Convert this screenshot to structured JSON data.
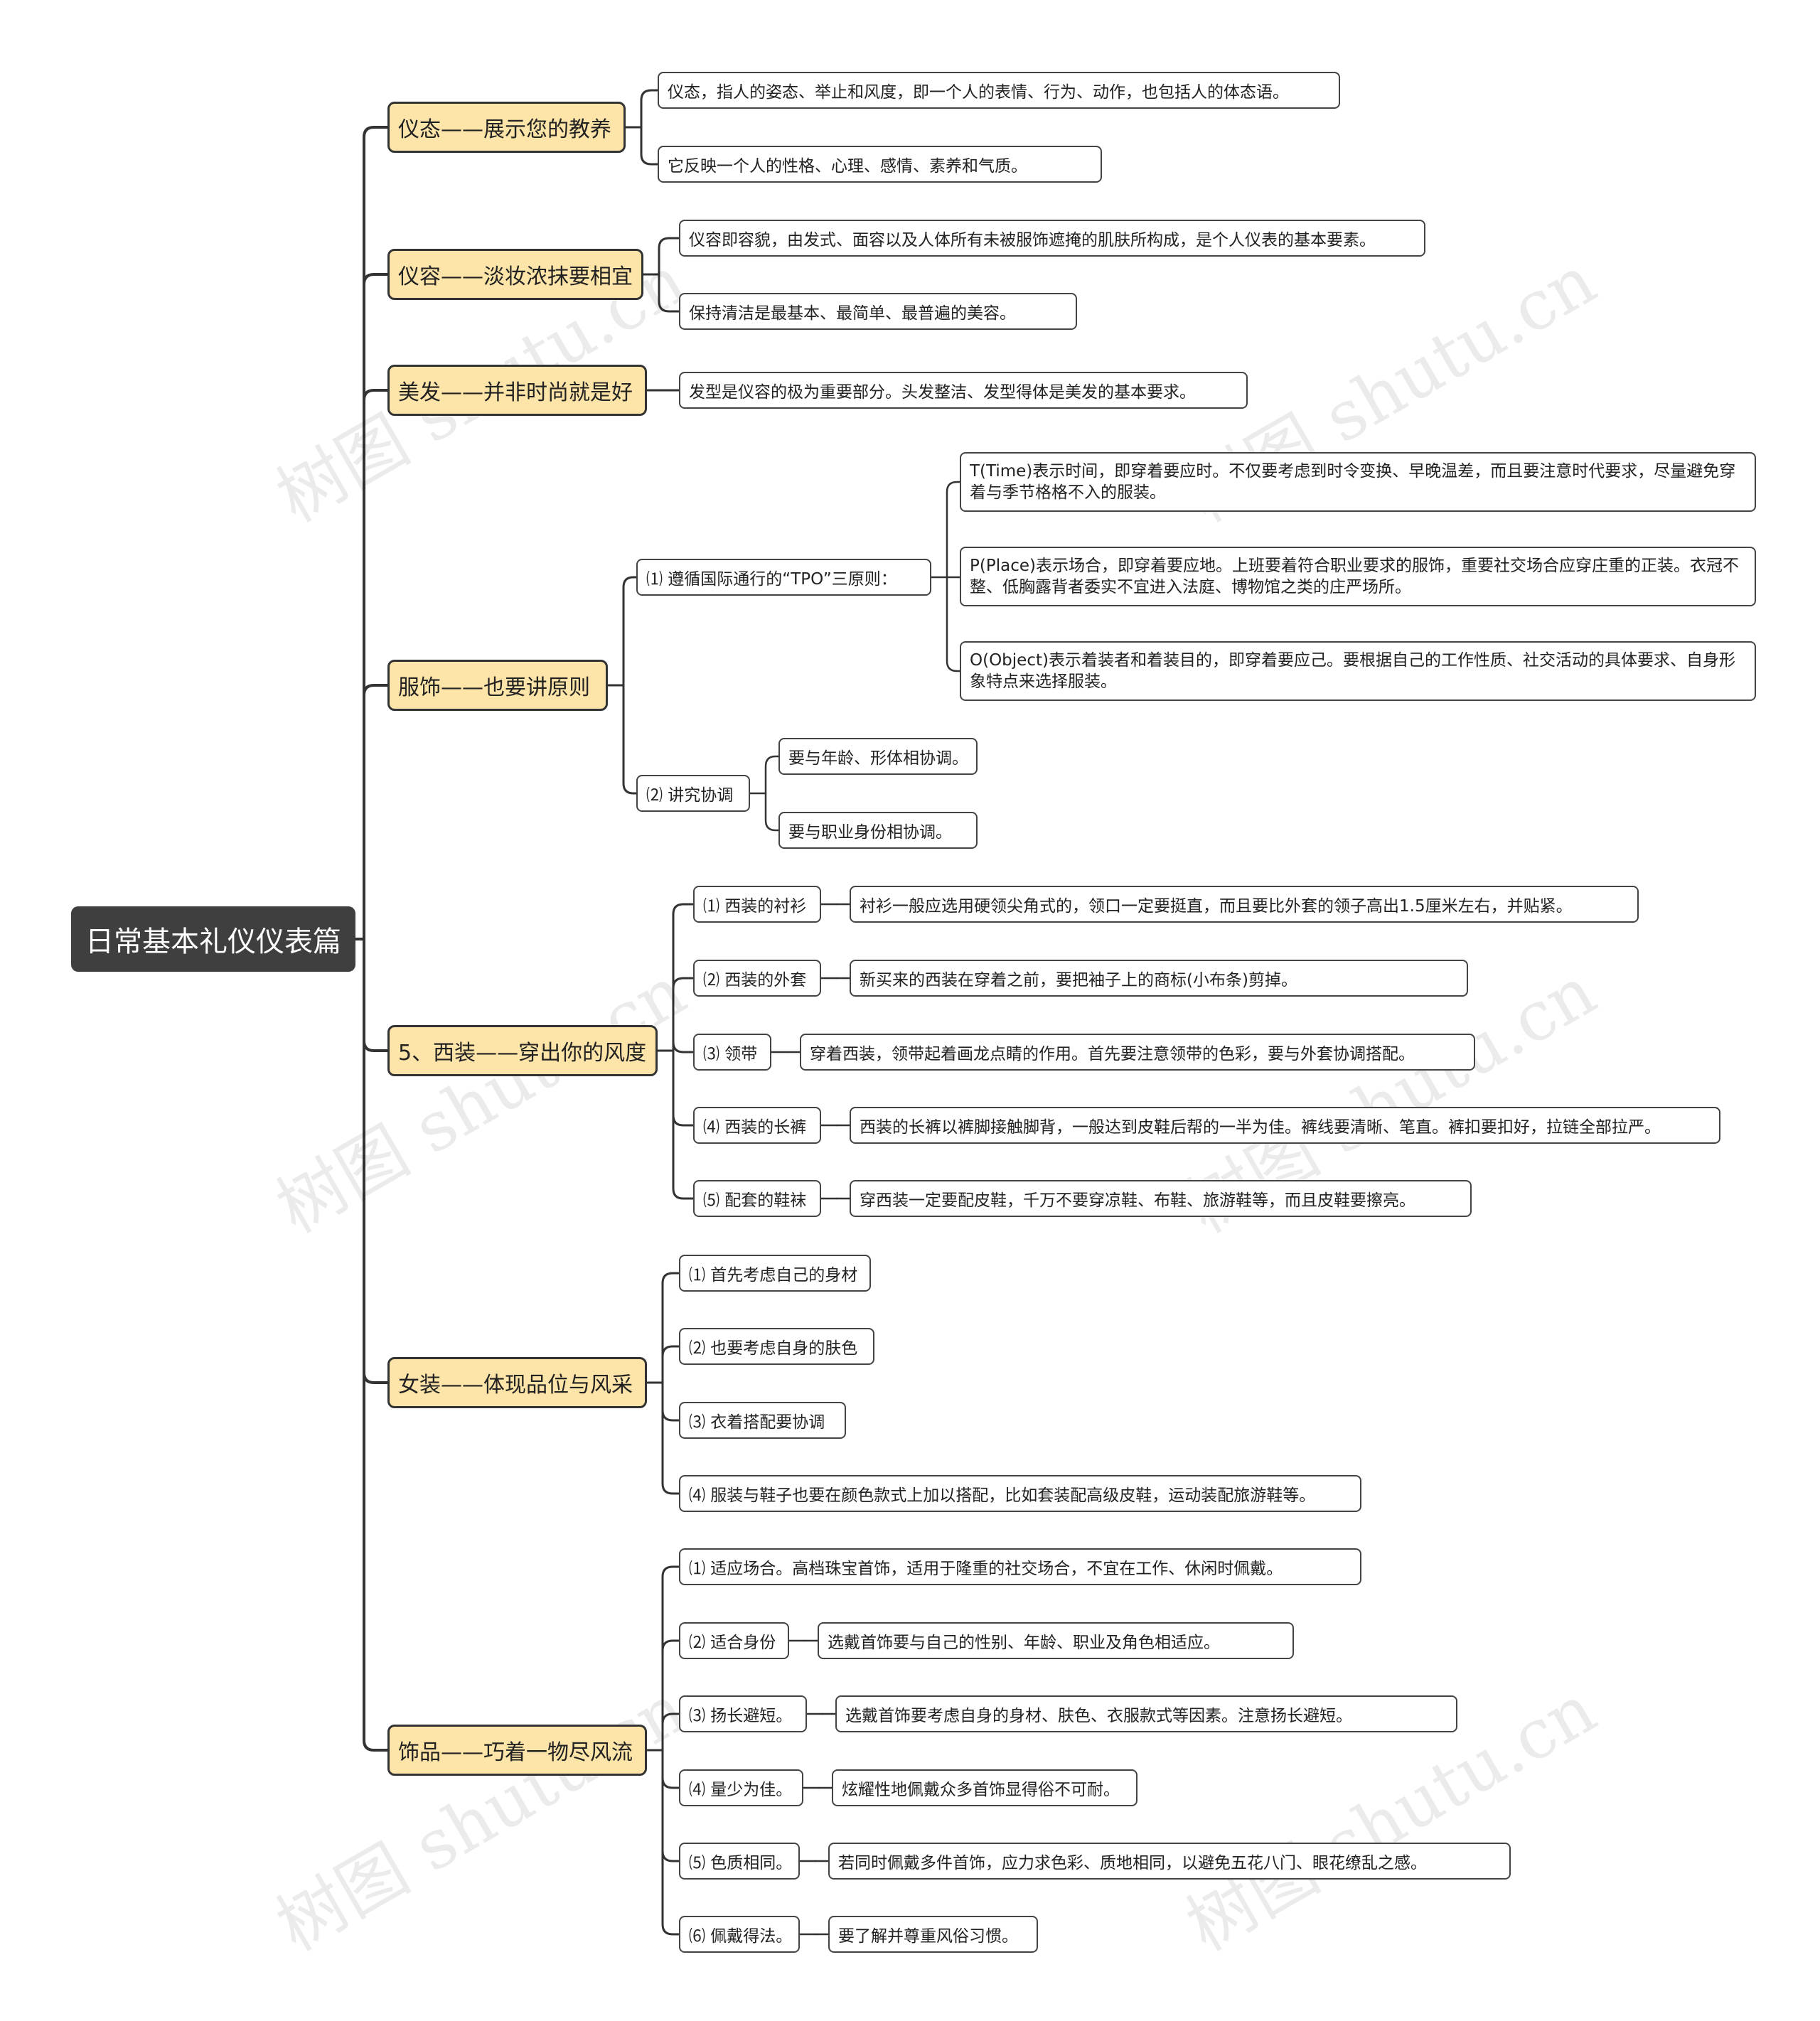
{
  "root": "日常基本礼仪仪表篇",
  "watermark": "树图 shutu.cn",
  "colors": {
    "root_bg": "#3f3f3f",
    "branch_bg": "#fde4a8",
    "line": "#333333"
  },
  "branches": [
    {
      "label": "仪态——展示您的教养",
      "children": [
        {
          "label": "仪态，指人的姿态、举止和风度，即一个人的表情、行为、动作，也包括人的体态语。"
        },
        {
          "label": "它反映一个人的性格、心理、感情、素养和气质。"
        }
      ]
    },
    {
      "label": "仪容——淡妆浓抹要相宜",
      "children": [
        {
          "label": "仪容即容貌，由发式、面容以及人体所有未被服饰遮掩的肌肤所构成，是个人仪表的基本要素。"
        },
        {
          "label": "保持清洁是最基本、最简单、最普遍的美容。"
        }
      ]
    },
    {
      "label": "美发——并非时尚就是好",
      "children": [
        {
          "label": "发型是仪容的极为重要部分。头发整洁、发型得体是美发的基本要求。"
        }
      ]
    },
    {
      "label": "服饰——也要讲原则",
      "children": [
        {
          "label": "⑴ 遵循国际通行的“TPO”三原则：",
          "children": [
            {
              "label": "T(Time)表示时间，即穿着要应时。不仅要考虑到时令变换、早晚温差，而且要注意时代要求，尽量避免穿着与季节格格不入的服装。"
            },
            {
              "label": "P(Place)表示场合，即穿着要应地。上班要着符合职业要求的服饰，重要社交场合应穿庄重的正装。衣冠不整、低胸露背者委实不宜进入法庭、博物馆之类的庄严场所。"
            },
            {
              "label": "O(Object)表示着装者和着装目的，即穿着要应己。要根据自己的工作性质、社交活动的具体要求、自身形象特点来选择服装。"
            }
          ]
        },
        {
          "label": "⑵ 讲究协调",
          "children": [
            {
              "label": "要与年龄、形体相协调。"
            },
            {
              "label": "要与职业身份相协调。"
            }
          ]
        }
      ]
    },
    {
      "label": "5、西装——穿出你的风度",
      "children": [
        {
          "label": "⑴ 西装的衬衫",
          "children": [
            {
              "label": "衬衫一般应选用硬领尖角式的，领口一定要挺直，而且要比外套的领子高出1.5厘米左右，并贴紧。"
            }
          ]
        },
        {
          "label": "⑵ 西装的外套",
          "children": [
            {
              "label": "新买来的西装在穿着之前，要把袖子上的商标(小布条)剪掉。"
            }
          ]
        },
        {
          "label": "⑶ 领带",
          "children": [
            {
              "label": "穿着西装，领带起着画龙点睛的作用。首先要注意领带的色彩，要与外套协调搭配。"
            }
          ]
        },
        {
          "label": "⑷ 西装的长裤",
          "children": [
            {
              "label": "西装的长裤以裤脚接触脚背，一般达到皮鞋后帮的一半为佳。裤线要清晰、笔直。裤扣要扣好，拉链全部拉严。"
            }
          ]
        },
        {
          "label": "⑸ 配套的鞋袜",
          "children": [
            {
              "label": "穿西装一定要配皮鞋，千万不要穿凉鞋、布鞋、旅游鞋等，而且皮鞋要擦亮。"
            }
          ]
        }
      ]
    },
    {
      "label": "女装——体现品位与风采",
      "children": [
        {
          "label": "⑴ 首先考虑自己的身材"
        },
        {
          "label": "⑵ 也要考虑自身的肤色"
        },
        {
          "label": "⑶ 衣着搭配要协调"
        },
        {
          "label": "⑷ 服装与鞋子也要在颜色款式上加以搭配，比如套装配高级皮鞋，运动装配旅游鞋等。"
        }
      ]
    },
    {
      "label": "饰品——巧着一物尽风流",
      "children": [
        {
          "label": "⑴ 适应场合。高档珠宝首饰，适用于隆重的社交场合，不宜在工作、休闲时佩戴。"
        },
        {
          "label": "⑵ 适合身份",
          "children": [
            {
              "label": "选戴首饰要与自己的性别、年龄、职业及角色相适应。"
            }
          ]
        },
        {
          "label": "⑶ 扬长避短。",
          "children": [
            {
              "label": "选戴首饰要考虑自身的身材、肤色、衣服款式等因素。注意扬长避短。"
            }
          ]
        },
        {
          "label": "⑷ 量少为佳。",
          "children": [
            {
              "label": "炫耀性地佩戴众多首饰显得俗不可耐。"
            }
          ]
        },
        {
          "label": "⑸ 色质相同。",
          "children": [
            {
              "label": "若同时佩戴多件首饰，应力求色彩、质地相同，以避免五花八门、眼花缭乱之感。"
            }
          ]
        },
        {
          "label": "⑹ 佩戴得法。",
          "children": [
            {
              "label": "要了解并尊重风俗习惯。"
            }
          ]
        }
      ]
    }
  ]
}
